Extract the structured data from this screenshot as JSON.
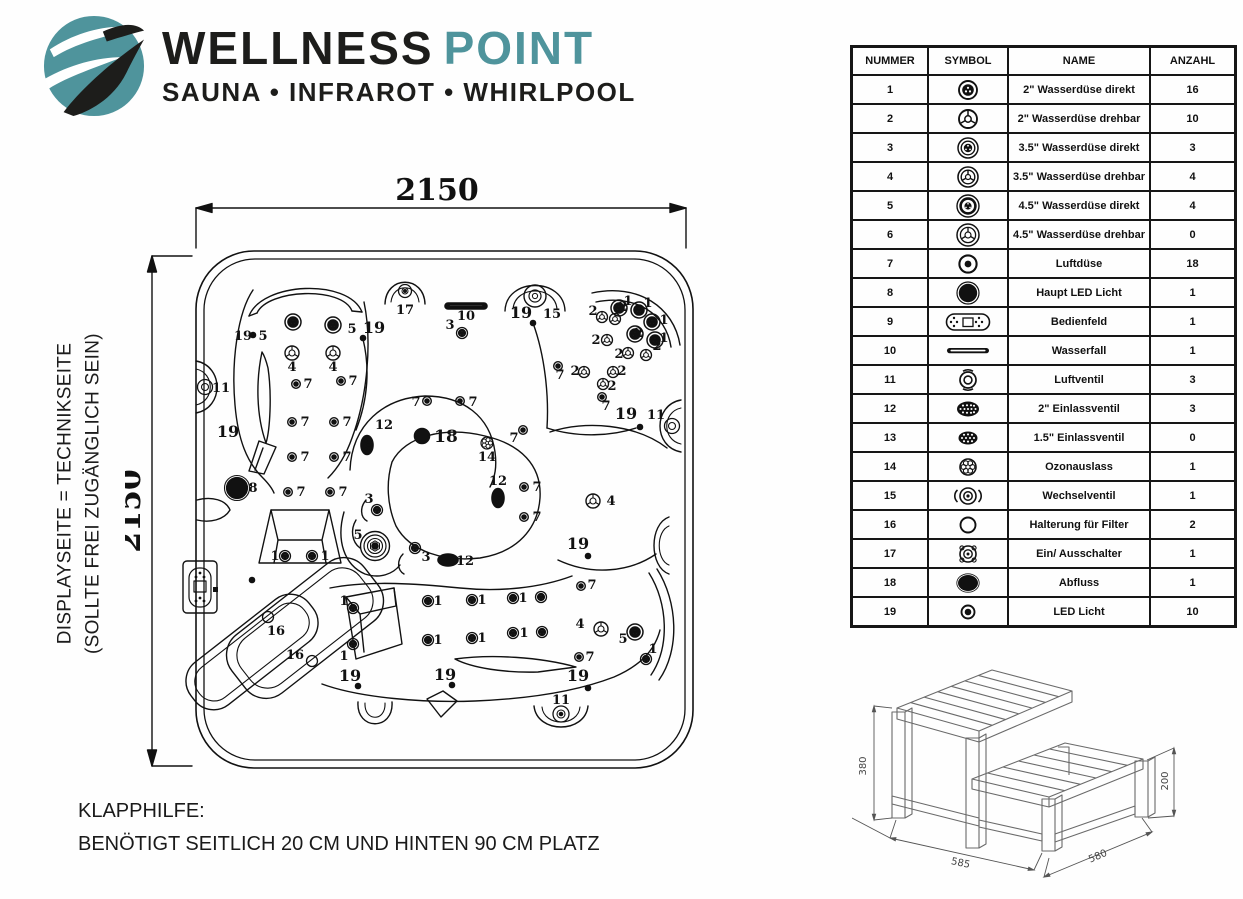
{
  "logo": {
    "brand_primary": "WELLNESS",
    "brand_secondary": "POINT",
    "tagline": "SAUNA • INFRAROT • WHIRLPOOL",
    "teal": "#4f949c",
    "black": "#1d1d1b"
  },
  "side_note": {
    "line1": "DISPLAYSEITE = TECHNIKSEITE",
    "line2": "(SOLLTE FREI ZUGÄNGLICH SEIN)"
  },
  "tub_diagram": {
    "width_label": "2150",
    "height_label": "2150",
    "jets": [
      [
        "RL",
        293,
        322
      ],
      [
        "RL",
        333,
        325
      ],
      [
        "YL",
        292,
        353
      ],
      [
        "YL",
        333,
        353
      ],
      [
        "A",
        296,
        384
      ],
      [
        "A",
        341,
        381
      ],
      [
        "A",
        292,
        422
      ],
      [
        "A",
        334,
        422
      ],
      [
        "A",
        292,
        457
      ],
      [
        "A",
        334,
        457
      ],
      [
        "A",
        288,
        492
      ],
      [
        "A",
        330,
        492
      ],
      [
        "SWITCH",
        405,
        291
      ],
      [
        "BAR",
        466,
        306
      ],
      [
        "R",
        462,
        333
      ],
      [
        "VENT15",
        535,
        296
      ],
      [
        "A",
        427,
        401
      ],
      [
        "A",
        460,
        401
      ],
      [
        "RL",
        619,
        308
      ],
      [
        "RL",
        639,
        310
      ],
      [
        "RL",
        652,
        322
      ],
      [
        "RL",
        635,
        334
      ],
      [
        "RL",
        655,
        340
      ],
      [
        "Y",
        602,
        317
      ],
      [
        "Y",
        615,
        319
      ],
      [
        "Y",
        607,
        340
      ],
      [
        "Y",
        628,
        353
      ],
      [
        "Y",
        646,
        355
      ],
      [
        "Y",
        584,
        372
      ],
      [
        "Y",
        613,
        372
      ],
      [
        "Y",
        603,
        384
      ],
      [
        "A",
        558,
        366
      ],
      [
        "A",
        602,
        397
      ],
      [
        "VENTL",
        205,
        387
      ],
      [
        "VENTR",
        672,
        426
      ],
      [
        "VENTB",
        561,
        714
      ],
      [
        "D",
        253,
        335
      ],
      [
        "D",
        363,
        338
      ],
      [
        "D",
        533,
        323
      ],
      [
        "D",
        640,
        427
      ],
      [
        "D",
        252,
        580
      ],
      [
        "D",
        588,
        556
      ],
      [
        "D",
        358,
        686
      ],
      [
        "D",
        452,
        685
      ],
      [
        "D",
        588,
        688
      ],
      [
        "BIG",
        237,
        488
      ],
      [
        "OV18",
        422,
        436
      ],
      [
        "OV12V",
        367,
        445
      ],
      [
        "FLOWER",
        487,
        443
      ],
      [
        "A",
        523,
        430
      ],
      [
        "R",
        377,
        510
      ],
      [
        "SW",
        375,
        546
      ],
      [
        "R",
        415,
        548
      ],
      [
        "OV12H",
        448,
        560
      ],
      [
        "OV12V",
        498,
        498
      ],
      [
        "A",
        524,
        487
      ],
      [
        "A",
        524,
        517
      ],
      [
        "YL",
        593,
        501
      ],
      [
        "R",
        285,
        556
      ],
      [
        "R",
        312,
        556
      ],
      [
        "R",
        353,
        608
      ],
      [
        "R",
        353,
        644
      ],
      [
        "R",
        428,
        601
      ],
      [
        "R",
        472,
        600
      ],
      [
        "R",
        513,
        598
      ],
      [
        "R",
        541,
        597
      ],
      [
        "R",
        428,
        640
      ],
      [
        "R",
        472,
        638
      ],
      [
        "R",
        513,
        633
      ],
      [
        "R",
        542,
        632
      ],
      [
        "A",
        581,
        586
      ],
      [
        "YL",
        601,
        629
      ],
      [
        "RL",
        635,
        632
      ],
      [
        "A",
        579,
        657
      ],
      [
        "R",
        646,
        659
      ],
      [
        "PLAIN",
        268,
        617
      ],
      [
        "PLAIN",
        312,
        661
      ]
    ],
    "labels": [
      [
        "19",
        243,
        340
      ],
      [
        "5",
        263,
        340
      ],
      [
        "5",
        352,
        333
      ],
      [
        "19",
        374,
        333,
        16
      ],
      [
        "4",
        292,
        371
      ],
      [
        "4",
        333,
        371
      ],
      [
        "7",
        308,
        388
      ],
      [
        "7",
        353,
        385
      ],
      [
        "7",
        305,
        426
      ],
      [
        "7",
        347,
        426
      ],
      [
        "7",
        305,
        461
      ],
      [
        "7",
        347,
        461
      ],
      [
        "7",
        301,
        496
      ],
      [
        "7",
        343,
        496
      ],
      [
        "17",
        405,
        314
      ],
      [
        "10",
        466,
        320
      ],
      [
        "3",
        450,
        329
      ],
      [
        "19",
        521,
        318,
        16
      ],
      [
        "15",
        552,
        318
      ],
      [
        "7",
        416,
        406
      ],
      [
        "7",
        473,
        406
      ],
      [
        "1",
        628,
        305
      ],
      [
        "1",
        648,
        307
      ],
      [
        "1",
        664,
        324
      ],
      [
        "1",
        664,
        342
      ],
      [
        "2",
        593,
        315
      ],
      [
        "2",
        623,
        311
      ],
      [
        "2",
        596,
        344
      ],
      [
        "2",
        639,
        337
      ],
      [
        "2",
        619,
        358
      ],
      [
        "2",
        657,
        350
      ],
      [
        "2",
        575,
        375
      ],
      [
        "2",
        622,
        375
      ],
      [
        "2",
        612,
        390
      ],
      [
        "7",
        560,
        379
      ],
      [
        "7",
        606,
        410
      ],
      [
        "11",
        221,
        392
      ],
      [
        "19",
        626,
        419,
        16
      ],
      [
        "11",
        656,
        419
      ],
      [
        "19",
        228,
        437,
        16
      ],
      [
        "8",
        253,
        492
      ],
      [
        "12",
        384,
        429
      ],
      [
        "18",
        446,
        442,
        17
      ],
      [
        "14",
        487,
        461
      ],
      [
        "7",
        514,
        442
      ],
      [
        "3",
        369,
        503
      ],
      [
        "5",
        358,
        539
      ],
      [
        "3",
        426,
        561
      ],
      [
        "12",
        465,
        565
      ],
      [
        "12",
        498,
        485
      ],
      [
        "7",
        537,
        491
      ],
      [
        "7",
        537,
        521
      ],
      [
        "4",
        611,
        505
      ],
      [
        "19",
        578,
        549,
        16
      ],
      [
        "1",
        275,
        560
      ],
      [
        "1",
        325,
        560
      ],
      [
        "1",
        344,
        605
      ],
      [
        "1",
        344,
        660
      ],
      [
        "1",
        438,
        605
      ],
      [
        "1",
        482,
        604
      ],
      [
        "1",
        523,
        602
      ],
      [
        "1",
        438,
        644
      ],
      [
        "1",
        482,
        642
      ],
      [
        "1",
        524,
        637
      ],
      [
        "7",
        592,
        589
      ],
      [
        "4",
        580,
        628
      ],
      [
        "5",
        623,
        643
      ],
      [
        "7",
        590,
        661
      ],
      [
        "1",
        653,
        653
      ],
      [
        "19",
        350,
        681,
        16
      ],
      [
        "19",
        445,
        680,
        16
      ],
      [
        "19",
        578,
        681,
        16
      ],
      [
        "11",
        561,
        704
      ],
      [
        "16",
        276,
        635
      ],
      [
        "16",
        295,
        659
      ]
    ]
  },
  "parts_table": {
    "columns": [
      "NUMMER",
      "SYMBOL",
      "NAME",
      "ANZAHL"
    ],
    "rows": [
      {
        "nummer": "1",
        "symbol": "nozzle-2in-direct",
        "name": "2\" Wasserdüse direkt",
        "anzahl": "16"
      },
      {
        "nummer": "2",
        "symbol": "nozzle-2in-rotating",
        "name": "2\" Wasserdüse drehbar",
        "anzahl": "10"
      },
      {
        "nummer": "3",
        "symbol": "nozzle-3.5in-direct",
        "name": "3.5\" Wasserdüse direkt",
        "anzahl": "3"
      },
      {
        "nummer": "4",
        "symbol": "nozzle-3.5in-rotating",
        "name": "3.5\" Wasserdüse drehbar",
        "anzahl": "4"
      },
      {
        "nummer": "5",
        "symbol": "nozzle-4.5in-direct",
        "name": "4.5\" Wasserdüse direkt",
        "anzahl": "4"
      },
      {
        "nummer": "6",
        "symbol": "nozzle-4.5in-rotating",
        "name": "4.5\" Wasserdüse drehbar",
        "anzahl": "0"
      },
      {
        "nummer": "7",
        "symbol": "air-jet",
        "name": "Luftdüse",
        "anzahl": "18"
      },
      {
        "nummer": "8",
        "symbol": "main-led",
        "name": "Haupt LED Licht",
        "anzahl": "1"
      },
      {
        "nummer": "9",
        "symbol": "control-panel",
        "name": "Bedienfeld",
        "anzahl": "1"
      },
      {
        "nummer": "10",
        "symbol": "waterfall",
        "name": "Wasserfall",
        "anzahl": "1"
      },
      {
        "nummer": "11",
        "symbol": "air-valve",
        "name": "Luftventil",
        "anzahl": "3"
      },
      {
        "nummer": "12",
        "symbol": "inlet-valve-2in",
        "name": "2\" Einlassventil",
        "anzahl": "3"
      },
      {
        "nummer": "13",
        "symbol": "inlet-valve-1.5in",
        "name": "1.5\" Einlassventil",
        "anzahl": "0"
      },
      {
        "nummer": "14",
        "symbol": "ozone-outlet",
        "name": "Ozonauslass",
        "anzahl": "1"
      },
      {
        "nummer": "15",
        "symbol": "diverter-valve",
        "name": "Wechselventil",
        "anzahl": "1"
      },
      {
        "nummer": "16",
        "symbol": "filter-holder",
        "name": "Halterung für Filter",
        "anzahl": "2"
      },
      {
        "nummer": "17",
        "symbol": "on-off-switch",
        "name": "Ein/ Ausschalter",
        "anzahl": "1"
      },
      {
        "nummer": "18",
        "symbol": "drain",
        "name": "Abfluss",
        "anzahl": "1"
      },
      {
        "nummer": "19",
        "symbol": "led-light",
        "name": "LED Licht",
        "anzahl": "10"
      }
    ]
  },
  "steps_diagram": {
    "height_total": "380",
    "height_step": "200",
    "depth_front": "585",
    "depth_side": "580"
  },
  "footer_note": {
    "line1": "KLAPPHILFE:",
    "line2": "BENÖTIGT SEITLICH 20 CM UND HINTEN 90 CM PLATZ"
  }
}
